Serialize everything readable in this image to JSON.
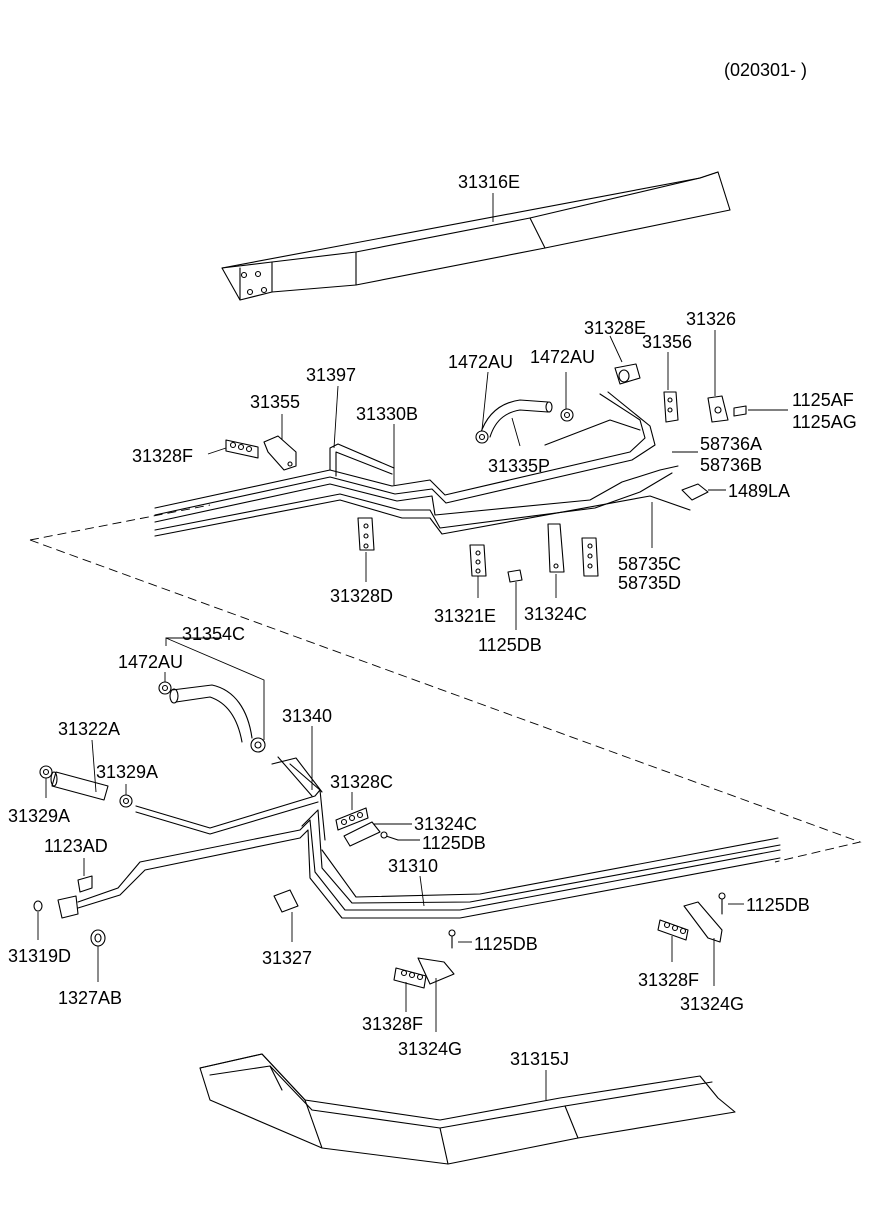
{
  "header": {
    "code": "(020301- )"
  },
  "labels": {
    "p31316E": "31316E",
    "p31328E": "31328E",
    "p31326": "31326",
    "p31356": "31356",
    "p1472AU_a": "1472AU",
    "p1472AU_b": "1472AU",
    "p31397": "31397",
    "p1125AF": "1125AF",
    "p1125AG": "1125AG",
    "p31355": "31355",
    "p31330B": "31330B",
    "p31328F_a": "31328F",
    "p58736A": "58736A",
    "p58736B": "58736B",
    "p31335P": "31335P",
    "p1489LA": "1489LA",
    "p58735C": "58735C",
    "p58735D": "58735D",
    "p31328D": "31328D",
    "p31321E": "31321E",
    "p31324C_a": "31324C",
    "p1125DB_a": "1125DB",
    "p31354C": "31354C",
    "p1472AU_c": "1472AU",
    "p31340": "31340",
    "p31322A": "31322A",
    "p31329A_a": "31329A",
    "p31328C": "31328C",
    "p31329A_b": "31329A",
    "p31324C_b": "31324C",
    "p1125DB_b": "1125DB",
    "p1123AD": "1123AD",
    "p31310": "31310",
    "p1125DB_c": "1125DB",
    "p31319D": "31319D",
    "p31327": "31327",
    "p1125DB_d": "1125DB",
    "p1327AB": "1327AB",
    "p31328F_b": "31328F",
    "p31324G_a": "31324G",
    "p31328F_c": "31328F",
    "p31324G_b": "31324G",
    "p31315J": "31315J"
  }
}
